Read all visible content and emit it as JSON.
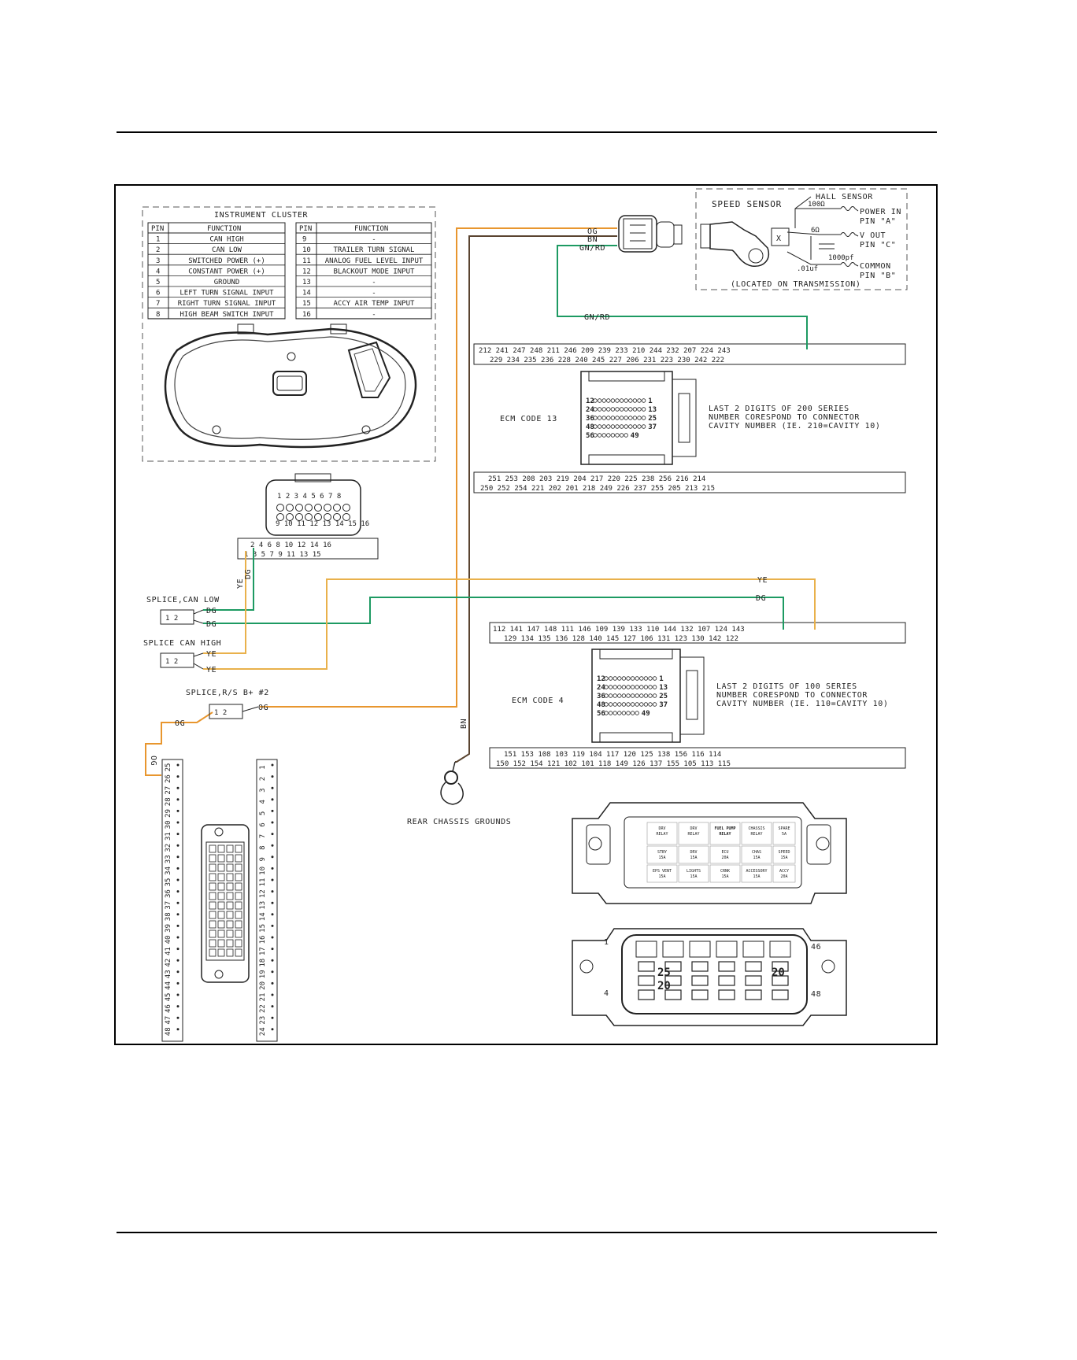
{
  "colors": {
    "orange": "#e8962e",
    "green": "#1d9a62",
    "brown": "#5a4430",
    "yellow": "#e9b14b"
  },
  "cluster": {
    "title": "INSTRUMENT CLUSTER",
    "header": {
      "pin": "PIN",
      "function": "FUNCTION"
    },
    "left_rows": [
      [
        "1",
        "CAN HIGH"
      ],
      [
        "2",
        "CAN LOW"
      ],
      [
        "3",
        "SWITCHED POWER (+)"
      ],
      [
        "4",
        "CONSTANT POWER (+)"
      ],
      [
        "5",
        "GROUND"
      ],
      [
        "6",
        "LEFT TURN SIGNAL INPUT"
      ],
      [
        "7",
        "RIGHT TURN SIGNAL INPUT"
      ],
      [
        "8",
        "HIGH BEAM SWITCH INPUT"
      ]
    ],
    "right_rows": [
      [
        "9",
        "-"
      ],
      [
        "10",
        "TRAILER TURN SIGNAL"
      ],
      [
        "11",
        "ANALOG FUEL LEVEL INPUT"
      ],
      [
        "12",
        "BLACKOUT MODE INPUT"
      ],
      [
        "13",
        "-"
      ],
      [
        "14",
        "-"
      ],
      [
        "15",
        "ACCY AIR TEMP INPUT"
      ],
      [
        "16",
        "-"
      ]
    ],
    "connector_top": "1 2 3 4 5 6 7 8",
    "connector_bottom": "9 10 11 12 13 14 15 16",
    "strip_top": "2  4  6  8  10  12  14  16",
    "strip_bottom": "1  3  5  7  9  11  13  15"
  },
  "speed_sensor": {
    "title": "SPEED SENSOR",
    "hall": "HALL SENSOR",
    "power_in": "POWER IN",
    "pin_a": "PIN \"A\"",
    "v_out": "V OUT",
    "pin_c": "PIN \"C\"",
    "common": "COMMON",
    "pin_b": "PIN \"B\"",
    "located": "(LOCATED ON TRANSMISSION)",
    "x": "X",
    "r1": "100Ω",
    "r2": "6Ω",
    "c1": "1000pf",
    "c2": ".01uf"
  },
  "wires": {
    "og": "OG",
    "bn": "BN",
    "gnrd": "GN/RD",
    "ye": "YE",
    "dg": "DG"
  },
  "ecm13": {
    "label": "ECM CODE 13",
    "note1": "LAST 2 DIGITS OF 200 SERIES",
    "note2": "NUMBER CORESPOND TO CONNECTOR",
    "note3": "CAVITY NUMBER (IE. 210=CAVITY 10)",
    "top_row1": "212  241  247  248  211  246  209  239  233  210  244  232  207  224  243",
    "top_row2": "229  234  235  236  228  240  245  227  206  231  223  230  242  222",
    "bot_row1": "251  253       208  203  219  204  217  220  225  238  256  216  214",
    "bot_row2": "250  252       254  221  202  201  218  249  226  237  255  205  213  215",
    "pins_left": [
      "12",
      "24",
      "36",
      "48",
      "56"
    ],
    "pins_right": [
      "1",
      "13",
      "25",
      "37",
      "49"
    ]
  },
  "ecm4": {
    "label": "ECM CODE 4",
    "note1": "LAST 2 DIGITS OF 100 SERIES",
    "note2": "NUMBER CORESPOND TO CONNECTOR",
    "note3": "CAVITY NUMBER (IE. 110=CAVITY 10)",
    "top_row1": "112  141  147  148  111  146  109  139  133  110  144  132  107  124  143",
    "top_row2": "129  134  135  136  128  140  145  127  106  131  123  130  142  122",
    "bot_row1": "151  153       108  103  119  104  117  120  125  138  156  116  114",
    "bot_row2": "150  152       154  121  102  101  118  149  126  137  155  105  113  115",
    "pins_left": [
      "12",
      "24",
      "36",
      "48",
      "56"
    ],
    "pins_right": [
      "1",
      "13",
      "25",
      "37",
      "49"
    ]
  },
  "splices": {
    "can_low": "SPLICE,CAN LOW",
    "can_high": "SPLICE CAN HIGH",
    "rs_b": "SPLICE,R/S B+ #2",
    "pins": "1  2"
  },
  "ground": "REAR CHASSIS GROUNDS",
  "fuse_strip_left": [
    "25",
    "26",
    "27",
    "28",
    "29",
    "30",
    "31",
    "32",
    "33",
    "34",
    "35",
    "36",
    "37",
    "38",
    "39",
    "40",
    "41",
    "42",
    "43",
    "44",
    "45",
    "46",
    "47",
    "48"
  ],
  "fuse_strip_right": [
    "1",
    "2",
    "3",
    "4",
    "5",
    "6",
    "7",
    "8",
    "9",
    "10",
    "11",
    "12",
    "13",
    "14",
    "15",
    "16",
    "17",
    "18",
    "19",
    "20",
    "21",
    "22",
    "23",
    "24"
  ],
  "fuse_box": {
    "cells": [
      "DRV RELAY",
      "DRV RELAY",
      "FUEL PUMP RELAY",
      "CHASSIS RELAY",
      "SPARE 5A",
      "STBY 15A",
      "DRV 15A",
      "ECU 20A",
      "CHAS 15A",
      "SPEED 15A",
      "EPS VENT 15A",
      "LIGHTS 15A",
      "CRNK 15A",
      "ACCESSORY 15A",
      "ACCY 20A"
    ],
    "fuse_25": "25",
    "fuse_20": "20",
    "pin_1": "1",
    "pin_4": "4",
    "pin_46": "46",
    "pin_48": "48"
  }
}
